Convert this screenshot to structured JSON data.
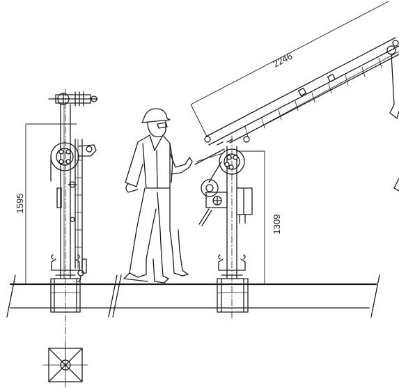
{
  "dimensions": {
    "left_height": "1595",
    "right_height": "1309",
    "boom_length": "2246"
  }
}
